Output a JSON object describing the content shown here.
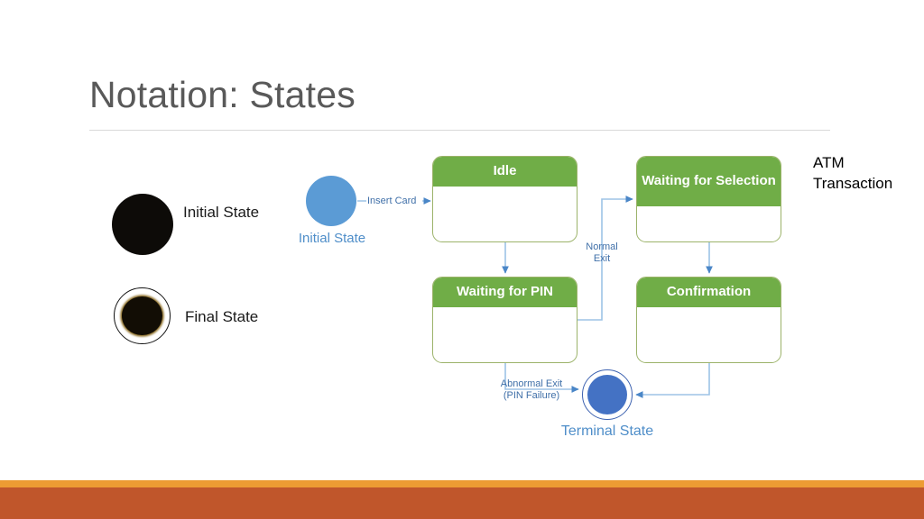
{
  "slide": {
    "title": "Notation: States",
    "caption": "ATM\nTransaction",
    "caption_line1": "ATM",
    "caption_line2": "Transaction"
  },
  "legend": {
    "initial": {
      "label": "Initial State",
      "icon": "filled-black-circle",
      "color": "#0d0b08"
    },
    "final": {
      "label": "Final State",
      "icon": "bullseye-black-circle",
      "outline_color": "#121212",
      "fill_color": "#120d05"
    }
  },
  "diagram": {
    "accent_green": "#70ad47",
    "border_green": "#9cb36a",
    "connector_blue": "#9dc3e6",
    "label_blue": "#3f6fa8",
    "pseudostates": [
      {
        "id": "initial-state",
        "label": "Initial State",
        "shape": "circle",
        "color": "#5b9bd5"
      },
      {
        "id": "terminal-state",
        "label": "Terminal State",
        "shape": "circle-with-ring",
        "color": "#4472c4"
      }
    ],
    "states": [
      {
        "id": "idle",
        "title": "Idle"
      },
      {
        "id": "waiting-selection",
        "title": "Waiting for Selection"
      },
      {
        "id": "waiting-pin",
        "title": "Waiting for PIN"
      },
      {
        "id": "confirmation",
        "title": "Confirmation"
      }
    ],
    "transitions": [
      {
        "id": "insert-card",
        "label": "Insert Card",
        "from": "initial-state",
        "to": "idle"
      },
      {
        "id": "idle-to-pin",
        "label": "",
        "from": "idle",
        "to": "waiting-pin"
      },
      {
        "id": "normal-exit",
        "label": "Normal Exit",
        "label_line1": "Normal",
        "label_line2": "Exit",
        "from": "waiting-pin",
        "to": "waiting-selection"
      },
      {
        "id": "selection-to-confirmation",
        "label": "",
        "from": "waiting-selection",
        "to": "confirmation"
      },
      {
        "id": "abnormal-exit",
        "label": "Abnormal Exit (PIN Failure)",
        "label_line1": "Abnormal Exit",
        "label_line2": "(PIN Failure)",
        "from": "waiting-pin",
        "to": "terminal-state"
      },
      {
        "id": "confirmation-to-terminal",
        "label": "",
        "from": "confirmation",
        "to": "terminal-state"
      }
    ]
  },
  "footer": {
    "light_bar_color": "#ed9b33",
    "dark_bar_color": "#c0562b"
  }
}
